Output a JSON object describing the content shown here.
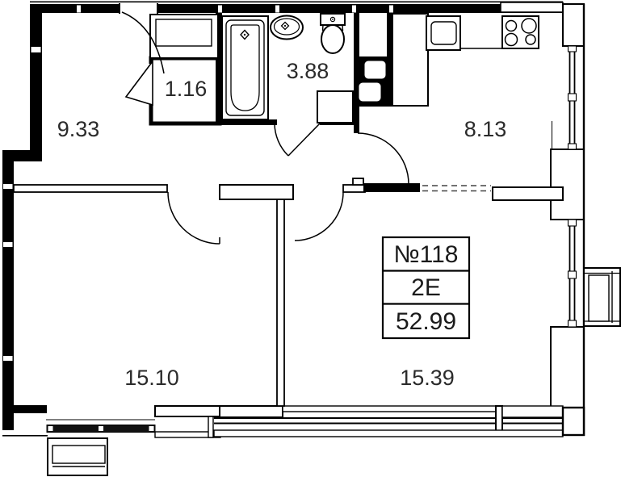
{
  "info_box": {
    "number": "№118",
    "type": "2E",
    "total_area": "52.99"
  },
  "rooms": {
    "hallway": "9.33",
    "closet": "1.16",
    "bathroom": "3.88",
    "kitchen": "8.13",
    "living_room": "15.10",
    "bedroom": "15.39"
  },
  "colors": {
    "wall": "#000000",
    "background": "#ffffff",
    "label_text": "#2b2b2b",
    "dashed_line": "#444444"
  }
}
